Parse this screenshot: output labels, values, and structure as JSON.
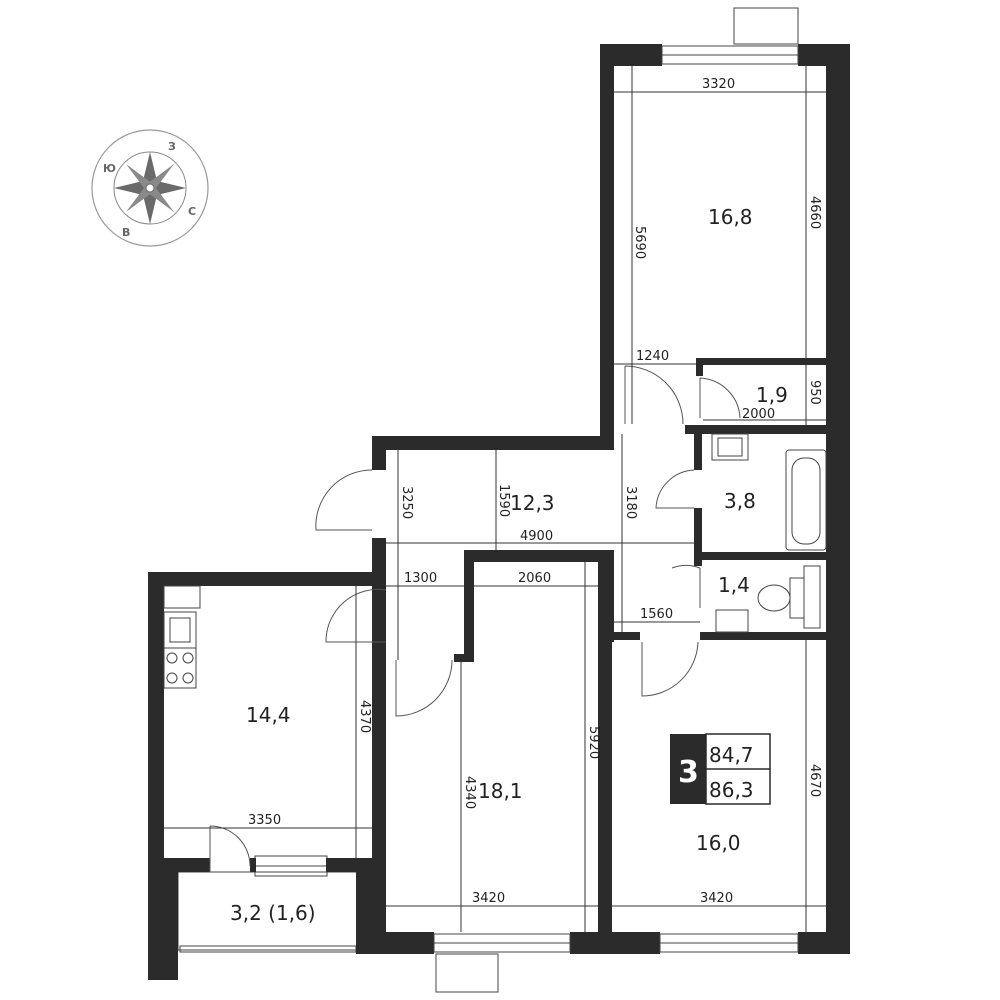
{
  "compass": {
    "n": "З",
    "w": "Ю",
    "e": "С",
    "s": "В"
  },
  "rooms": {
    "bedroom_top": "16,8",
    "storage": "1,9",
    "hall": "12,3",
    "bathroom": "3,8",
    "toilet": "1,4",
    "kitchen": "14,4",
    "living": "18,1",
    "bedroom_right": "16,0",
    "balcony": "3,2 (1,6)"
  },
  "dimensions": {
    "d3320": "3320",
    "d4660": "4660",
    "d5690": "5690",
    "d1240": "1240",
    "d950": "950",
    "d2000": "2000",
    "d3250": "3250",
    "d1590": "1590",
    "d3180": "3180",
    "d4900": "4900",
    "d1300": "1300",
    "d2060": "2060",
    "d1560": "1560",
    "d4370": "4370",
    "d4340": "4340",
    "d5920": "5920",
    "d4670": "4670",
    "d3350": "3350",
    "d3420a": "3420",
    "d3420b": "3420"
  },
  "badge": {
    "rooms": "3",
    "living_area": "84,7",
    "total_area": "86,3"
  }
}
